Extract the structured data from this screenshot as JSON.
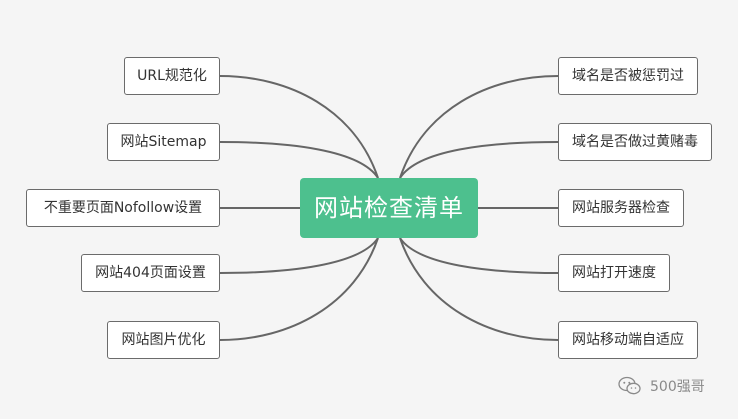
{
  "mindmap": {
    "center": "网站检查清单",
    "left_branches": [
      "URL规范化",
      "网站Sitemap",
      "不重要页面Nofollow设置",
      "网站404页面设置",
      "网站图片优化"
    ],
    "right_branches": [
      "域名是否被惩罚过",
      "域名是否做过黄赌毒",
      "网站服务器检查",
      "网站打开速度",
      "网站移动端自适应"
    ]
  },
  "watermark": {
    "text": "500强哥",
    "icon": "wechat-icon"
  },
  "colors": {
    "center_fill": "#4dc08e",
    "connector": "#666666",
    "background": "#f5f5f5"
  }
}
